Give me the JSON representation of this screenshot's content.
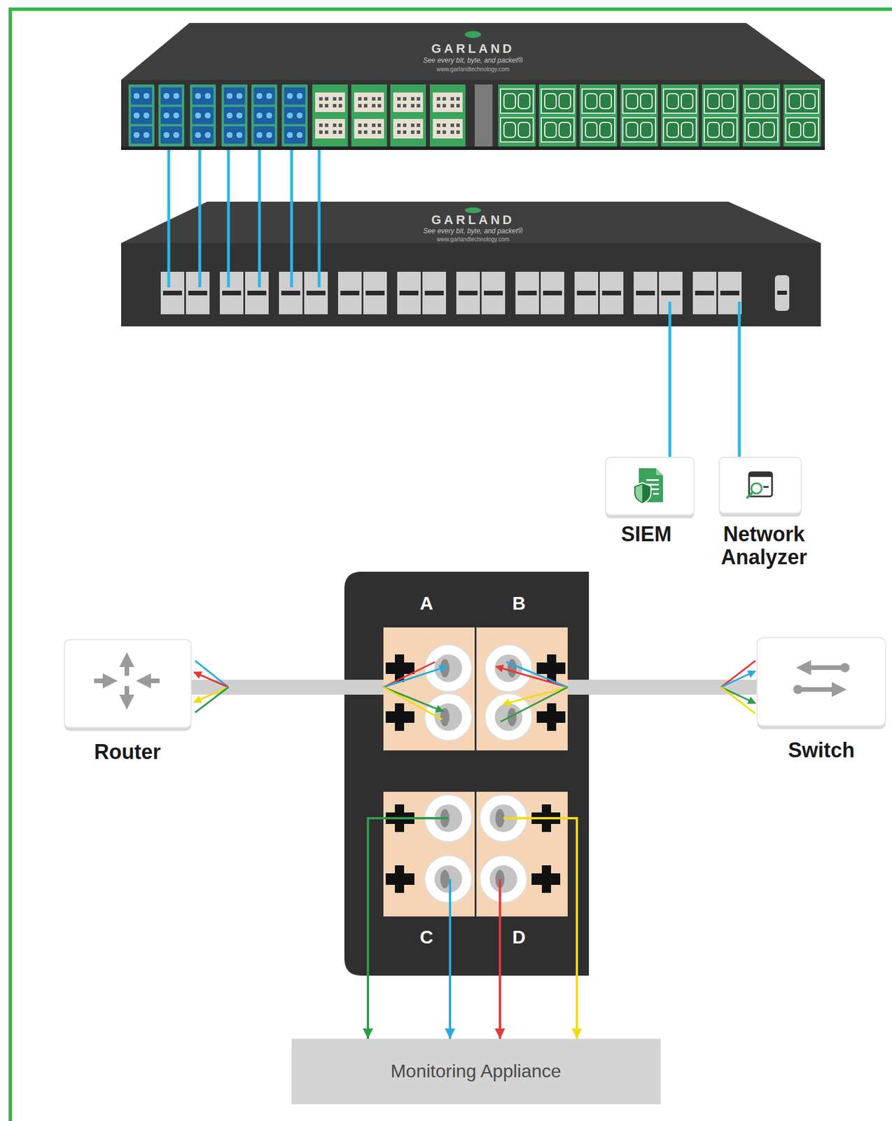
{
  "diagram": {
    "nodes": [
      {
        "text": [
          "GARLAND",
          "See every bit, byte, and packet®",
          "www.garlandtechnology.com"
        ]
      },
      {
        "text": [
          "GARLAND",
          "See every bit, byte, and packet®",
          "www.garlandtechnology.com"
        ]
      },
      {
        "text": [
          "SIEM"
        ]
      },
      {
        "text": [
          "Network Analyzer"
        ]
      },
      {
        "text": [
          "A",
          "B",
          "C",
          "D"
        ]
      },
      {
        "text": [
          "Router"
        ]
      },
      {
        "text": [
          "Switch"
        ]
      },
      {
        "text": [
          "Monitoring Appliance"
        ]
      }
    ],
    "edges": [
      {
        "from": 0,
        "to": 1,
        "arrow": "none"
      },
      {
        "from": 0,
        "to": 1,
        "arrow": "none"
      },
      {
        "from": 0,
        "to": 1,
        "arrow": "none"
      },
      {
        "from": 0,
        "to": 1,
        "arrow": "none"
      },
      {
        "from": 0,
        "to": 1,
        "arrow": "none"
      },
      {
        "from": 0,
        "to": 1,
        "arrow": "none"
      },
      {
        "from": 1,
        "to": 2,
        "arrow": "none"
      },
      {
        "from": 1,
        "to": 3,
        "arrow": "none"
      },
      {
        "from": 5,
        "to": 4,
        "arrow": "none"
      },
      {
        "from": 6,
        "to": 4,
        "arrow": "none"
      },
      {
        "from": 4,
        "to": 7,
        "arrow": "to"
      },
      {
        "from": 4,
        "to": 7,
        "arrow": "to"
      },
      {
        "from": 4,
        "to": 7,
        "arrow": "to"
      },
      {
        "from": 4,
        "to": 7,
        "arrow": "to"
      }
    ]
  }
}
